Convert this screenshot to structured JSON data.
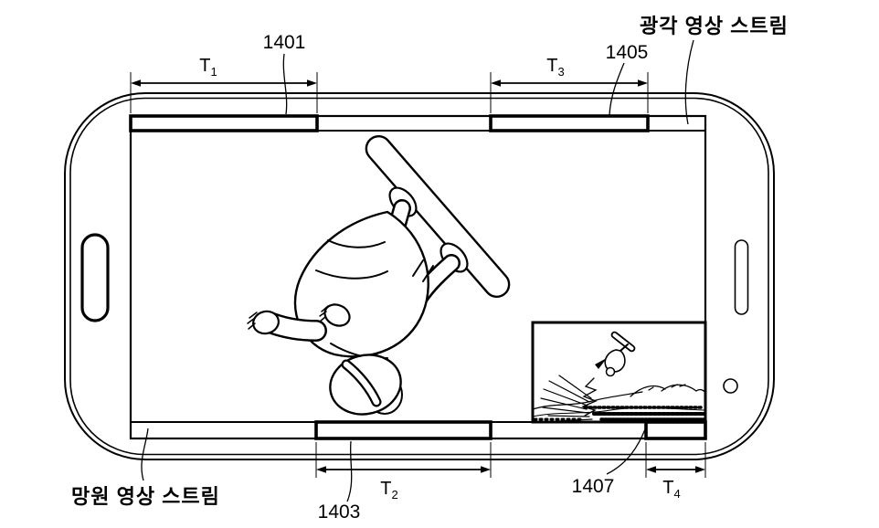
{
  "figure_labels": {
    "wide_angle_stream": "광각 영상 스트림",
    "telephoto_stream": "망원 영상 스트림"
  },
  "reference_numerals": {
    "r1401": "1401",
    "r1403": "1403",
    "r1405": "1405",
    "r1407": "1407"
  },
  "time_spans": {
    "t1": {
      "base": "T",
      "sub": "1"
    },
    "t2": {
      "base": "T",
      "sub": "2"
    },
    "t3": {
      "base": "T",
      "sub": "3"
    },
    "t4": {
      "base": "T",
      "sub": "4"
    }
  },
  "colors": {
    "line": "#000000",
    "background": "#ffffff"
  }
}
